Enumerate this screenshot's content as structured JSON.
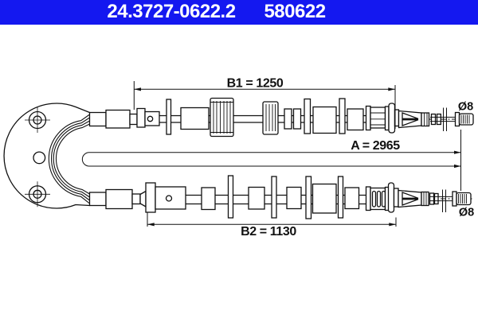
{
  "header": {
    "part_number": "24.3727-0622.2",
    "ref_number": "580622"
  },
  "dimensions": {
    "b1": "B1 = 1250",
    "a": "A = 2965",
    "b2": "B2 = 1130",
    "top_end_diameter": "Ø8",
    "bottom_end_diameter": "Ø8"
  },
  "colors": {
    "header_bg": "#1418f0",
    "header_text": "#ffffff",
    "line": "#111111",
    "background": "#ffffff"
  },
  "drawing": {
    "description": "Parking brake cable technical drawing: backing plate with cable loop at left, two cable runs (upper B1, lower B2) ending in 8 mm nipples at right, overall length A"
  }
}
